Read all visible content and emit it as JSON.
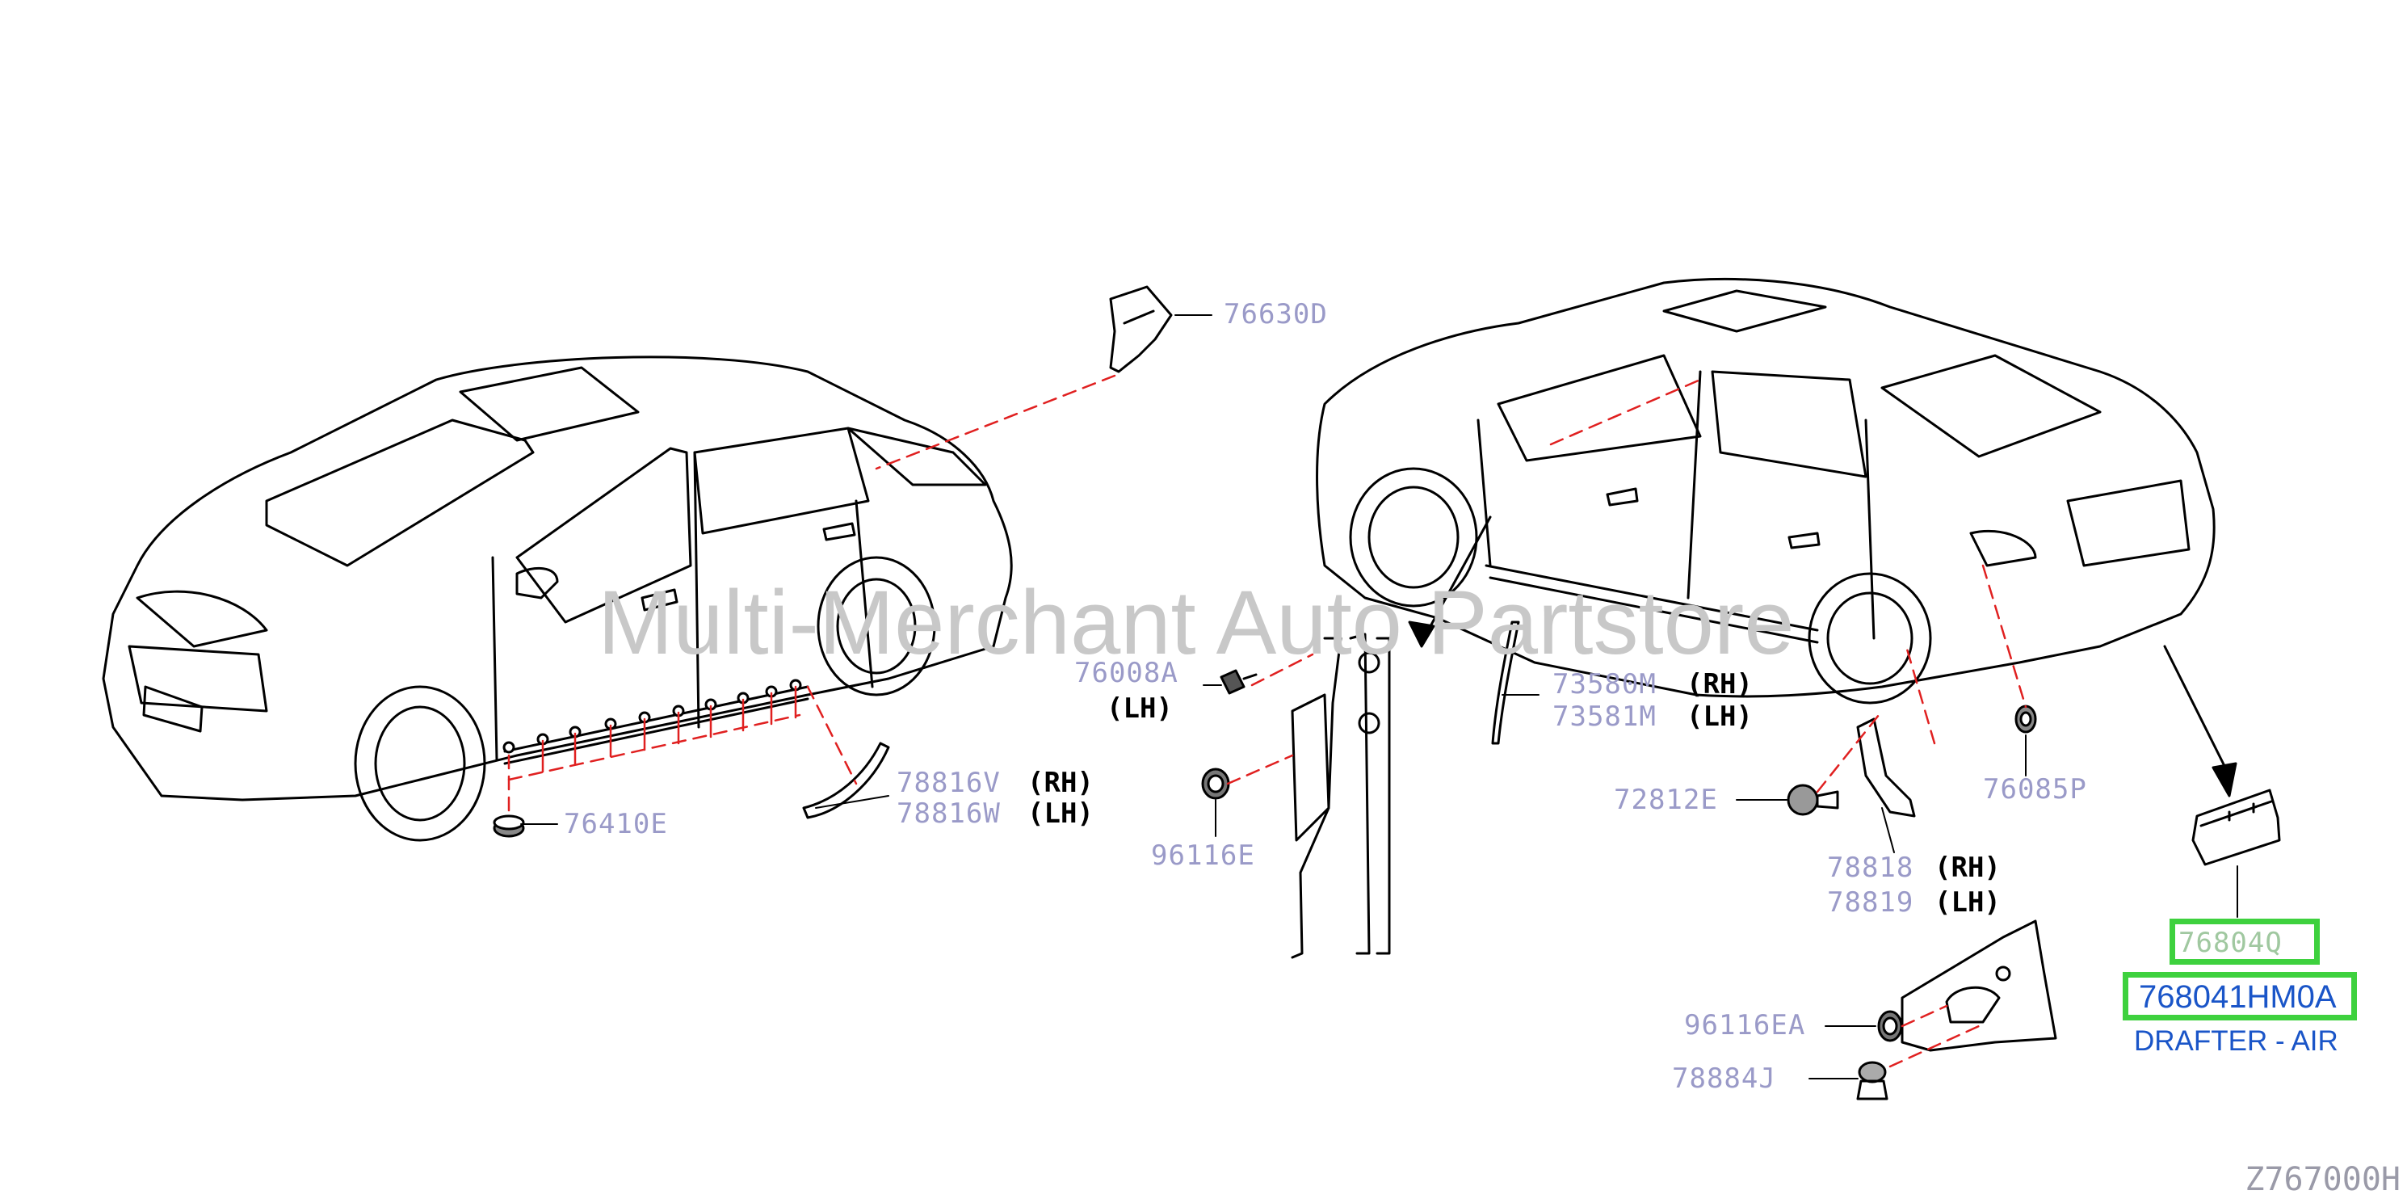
{
  "watermark": "Multi-Merchant Auto Partstore",
  "diagram_code": "Z767000H",
  "callouts": {
    "c76630D": "76630D",
    "c76410E": "76410E",
    "c78816V": "78816V",
    "c78816W": "78816W",
    "c76008A": "76008A",
    "c96116E": "96116E",
    "c73580M": "73580M",
    "c73581M": "73581M",
    "c72812E": "72812E",
    "c76085P": "76085P",
    "c78818": "78818",
    "c78819": "78819",
    "c96116EA": "96116EA",
    "c78884J": "78884J",
    "c76804Q": "76804Q"
  },
  "sides": {
    "rh": "(RH)",
    "lh": "(LH)"
  },
  "highlight": {
    "part_number": "768041HM0A",
    "description": "DRAFTER - AIR",
    "color": "#3ed13e"
  }
}
